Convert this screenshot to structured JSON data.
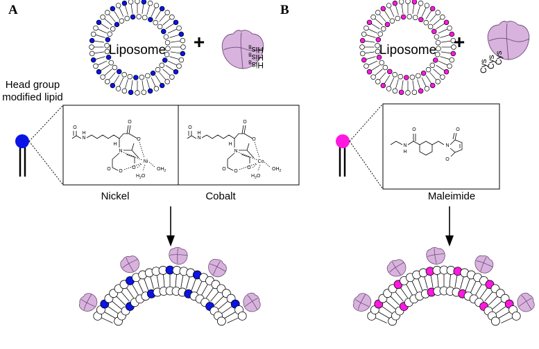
{
  "panel_a": {
    "letter": "A",
    "liposome_label": "Liposome",
    "plus": "+",
    "tag_label": "His",
    "tag_subscript": "8",
    "head_group_label_line1": "Head group",
    "head_group_label_line2": "modified lipid",
    "chem_label_1": "Nickel",
    "chem_label_2": "Cobalt",
    "metal_1": "Ni",
    "metal_2": "Co",
    "atom_n": "N",
    "atom_h": "H",
    "atom_o": "O",
    "water": "OH",
    "water_sub": "2",
    "water2": "H",
    "water2_sub": "2",
    "water2_o": "O"
  },
  "panel_b": {
    "letter": "B",
    "liposome_label": "Liposome",
    "plus": "+",
    "tag_label": "Cys",
    "chem_label": "Maleimide",
    "atom_n": "N",
    "atom_h": "H",
    "atom_o": "O"
  },
  "colors": {
    "nickel_head": "#0a14e6",
    "maleimide_head": "#ff18e0",
    "protein_fill": "#d7b3dd",
    "protein_stroke": "#6e4a78",
    "ink": "#000000"
  }
}
